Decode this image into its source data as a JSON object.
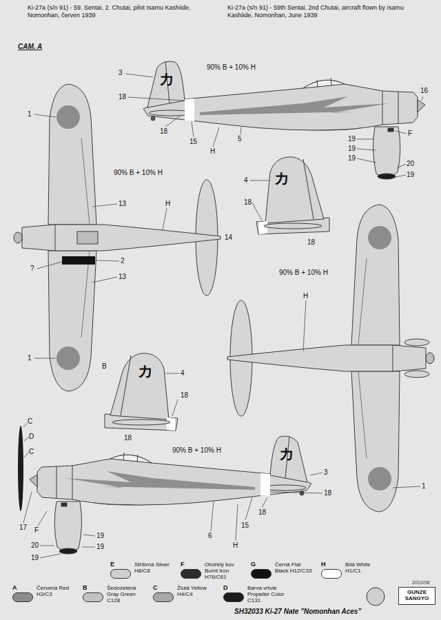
{
  "diagram": {
    "nodes": [
      {
        "text": [
          "GUNZE SANGYO"
        ]
      }
    ],
    "labels": [
      "Ki-27a (s/n 91) - 59. Sentai, 2. Chutai, pilot Isamu Kashiide, Nomonhan, červen 1939",
      "Ki-27a (s/n 91) - 59th Sentai, 2nd Chutai, aircraft flown by Isamu Kashiide, Nomonhan, June 1939",
      "CAM. A",
      "3",
      "18",
      "90% B + 10% H",
      "カ",
      "16",
      "18",
      "15",
      "5",
      "H",
      "19",
      "19",
      "F",
      "19",
      "20",
      "19",
      "1",
      "90% B + 10% H",
      "13",
      "H",
      "14",
      "2",
      "?",
      "13",
      "1",
      "B",
      "4",
      "カ",
      "18",
      "18",
      "90% B + 10% H",
      "H",
      "1",
      "カ",
      "4",
      "18",
      "18",
      "C",
      "D",
      "C",
      "90% B + 10% H",
      "カ",
      "3",
      "18",
      "18",
      "15",
      "6",
      "H",
      "17",
      "F",
      "20",
      "19",
      "19",
      "19",
      "E",
      "F",
      "G",
      "H",
      "A",
      "B",
      "C",
      "D",
      "SH32033 Ki-27 Nate \"Nomonhan Aces\"",
      "2010/08"
    ],
    "legend": [
      {
        "text": "Stříbrná Silver H8/C8",
        "color": "#cfcfcf"
      },
      {
        "text": "Ohořelý kov Burnt Iron H76/C61",
        "color": "#2b2b2b"
      },
      {
        "text": "Černá Flat Black H12/C33",
        "color": "#111111"
      },
      {
        "text": "Bílá White H1/C1",
        "color": "#ffffff"
      },
      {
        "text": "Červená Red H3/C3",
        "color": "#8c8c8c"
      },
      {
        "text": "Šedozelená Gray Green C128",
        "color": "#c2c2c2"
      },
      {
        "text": "Žlutá Yellow H4/C4",
        "color": "#a8a8a8"
      },
      {
        "text": "Barva vrtule Propeller Color C131",
        "color": "#1c1c1c"
      }
    ]
  }
}
